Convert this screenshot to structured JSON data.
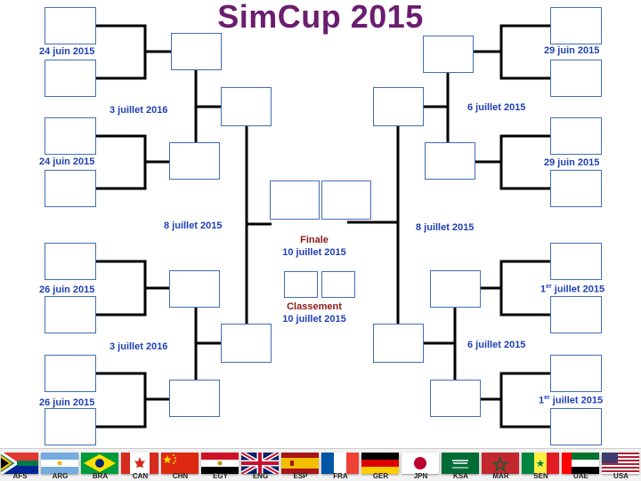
{
  "title": "SimCup 2015",
  "dates": {
    "r16_left_top": "24 juin 2015",
    "r16_left_upper_mid": "24 juin 2015",
    "r16_left_lower_mid": "26 juin 2015",
    "r16_left_bottom": "26 juin 2015",
    "r16_right_top": "29 juin 2015",
    "r16_right_upper_mid": "29 juin 2015",
    "r16_right_lower_mid_prefix": "1",
    "r16_right_lower_mid_sup": "er",
    "r16_right_lower_mid_suffix": " juillet 2015",
    "r16_right_bottom_prefix": "1",
    "r16_right_bottom_sup": "er",
    "r16_right_bottom_suffix": " juillet 2015",
    "qf_left_top": "3 juillet 2016",
    "qf_left_bottom": "3 juillet 2016",
    "qf_right_top": "6 juillet 2015",
    "qf_right_bottom": "6 juillet 2015",
    "sf_left": "8 juillet 2015",
    "sf_right": "8 juillet 2015"
  },
  "final": {
    "label": "Finale",
    "date": "10 juillet 2015"
  },
  "third_place": {
    "label": "Classement",
    "date": "10 juillet 2015"
  },
  "flags": [
    {
      "code": "AFS",
      "icon": "flag-south-africa"
    },
    {
      "code": "ARG",
      "icon": "flag-argentina"
    },
    {
      "code": "BRA",
      "icon": "flag-brazil"
    },
    {
      "code": "CAN",
      "icon": "flag-canada"
    },
    {
      "code": "CHN",
      "icon": "flag-china"
    },
    {
      "code": "EGY",
      "icon": "flag-egypt"
    },
    {
      "code": "ENG",
      "icon": "flag-uk"
    },
    {
      "code": "ESP",
      "icon": "flag-spain"
    },
    {
      "code": "FRA",
      "icon": "flag-france"
    },
    {
      "code": "GER",
      "icon": "flag-germany"
    },
    {
      "code": "JPN",
      "icon": "flag-japan"
    },
    {
      "code": "KSA",
      "icon": "flag-saudi-arabia"
    },
    {
      "code": "MAR",
      "icon": "flag-morocco"
    },
    {
      "code": "SEN",
      "icon": "flag-senegal"
    },
    {
      "code": "UAE",
      "icon": "flag-uae"
    },
    {
      "code": "USA",
      "icon": "flag-usa"
    }
  ],
  "colors": {
    "title": "#6b1d6f",
    "dates": "#1f3fb5",
    "final_label": "#8a1a1a",
    "box_border": "#3f6fb3",
    "lines": "#000000"
  }
}
